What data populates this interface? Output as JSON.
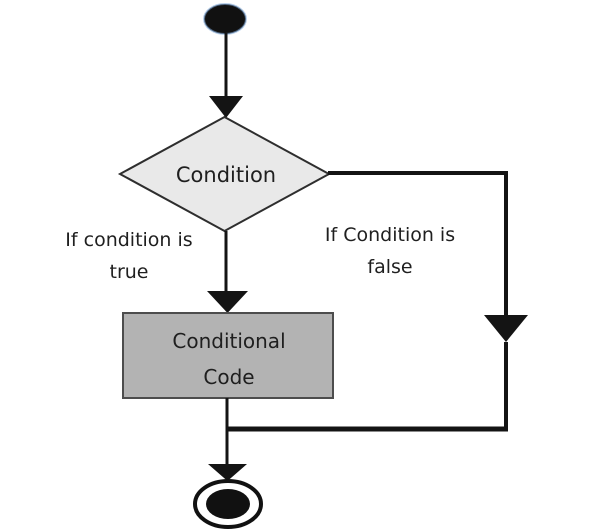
{
  "flowchart": {
    "condition_label": "Condition",
    "conditional_code_label": "Conditional\nCode",
    "true_branch_label": "If condition is\ntrue",
    "false_branch_label": "If Condition is\nfalse"
  },
  "colors": {
    "background": "#ffffff",
    "line": "#141414",
    "text": "#1f1f1f",
    "diamond_fill": "#e9e9e9",
    "diamond_border": "#2e2e2e",
    "box_fill": "#b3b3b3",
    "box_border": "#4d4d4d",
    "terminal_fill": "#111111",
    "start_halo": "#7da7d9"
  }
}
